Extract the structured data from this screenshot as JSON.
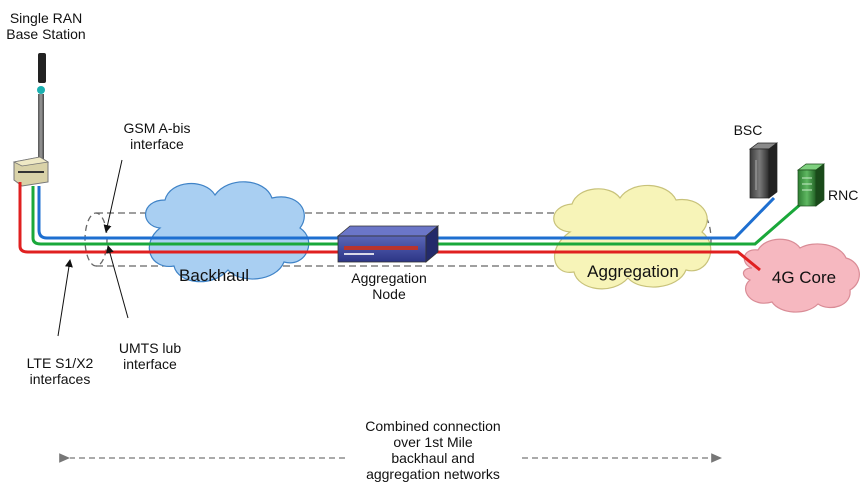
{
  "labels": {
    "station_line1": "Single RAN",
    "station_line2": "Base Station",
    "gsm_line1": "GSM A-bis",
    "gsm_line2": "interface",
    "umts_line1": "UMTS lub",
    "umts_line2": "interface",
    "lte_line1": "LTE S1/X2",
    "lte_line2": "interfaces",
    "backhaul": "Backhaul",
    "agg_node_line1": "Aggregation",
    "agg_node_line2": "Node",
    "aggregation": "Aggregation",
    "bsc": "BSC",
    "rnc": "RNC",
    "core": "4G Core",
    "combined_line1": "Combined connection",
    "combined_line2": "over 1st Mile",
    "combined_line3": "backhaul and",
    "combined_line4": "aggregation networks"
  },
  "colors": {
    "gsm_link": "#1e6fd0",
    "umts_link": "#1aa83a",
    "lte_link": "#e02020",
    "backhaul_cloud": "#a9cff2",
    "aggregation_cloud": "#f7f4b8",
    "core_cloud": "#f6b8c0"
  }
}
